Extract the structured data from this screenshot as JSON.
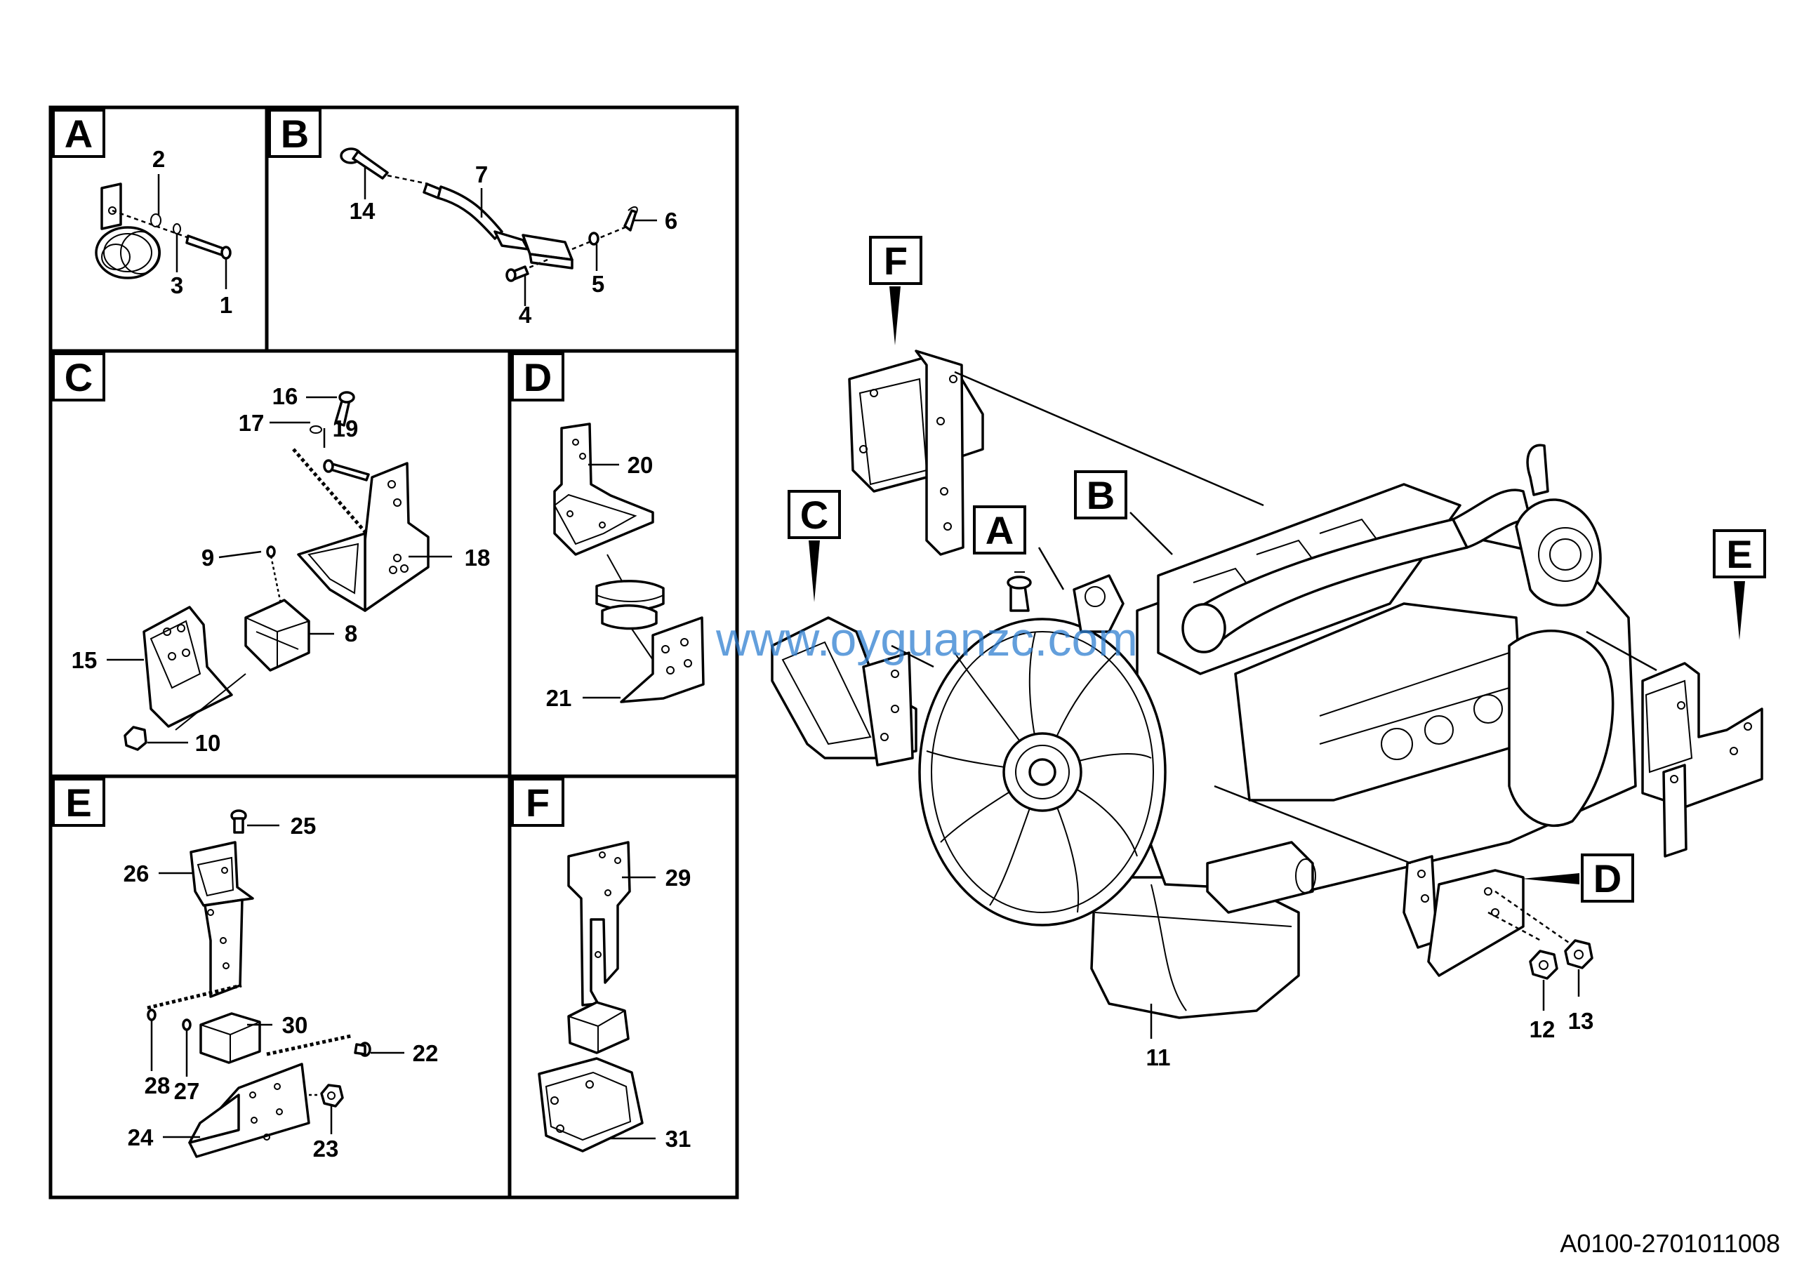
{
  "panels": [
    {
      "id": "A",
      "label": "A"
    },
    {
      "id": "B",
      "label": "B"
    },
    {
      "id": "C",
      "label": "C"
    },
    {
      "id": "D",
      "label": "D"
    },
    {
      "id": "E",
      "label": "E"
    },
    {
      "id": "F",
      "label": "F"
    }
  ],
  "main_view_letters": {
    "A": "A",
    "B": "B",
    "C": "C",
    "D": "D",
    "E": "E",
    "F": "F"
  },
  "part_numbers": {
    "p1": "1",
    "p2": "2",
    "p3": "3",
    "p4": "4",
    "p5": "5",
    "p6": "6",
    "p7": "7",
    "p8": "8",
    "p9": "9",
    "p10": "10",
    "p11": "11",
    "p12": "12",
    "p13": "13",
    "p14": "14",
    "p15": "15",
    "p16": "16",
    "p17": "17",
    "p18": "18",
    "p19": "19",
    "p20": "20",
    "p21": "21",
    "p22": "22",
    "p23": "23",
    "p24": "24",
    "p25": "25",
    "p26": "26",
    "p27": "27",
    "p28": "28",
    "p29": "29",
    "p30": "30",
    "p31": "31"
  },
  "document_id": "A0100-2701011008",
  "watermark": "www.oyguanzc.com",
  "colors": {
    "line": "#000000",
    "background": "#ffffff",
    "watermark": "#2f7fd0"
  }
}
